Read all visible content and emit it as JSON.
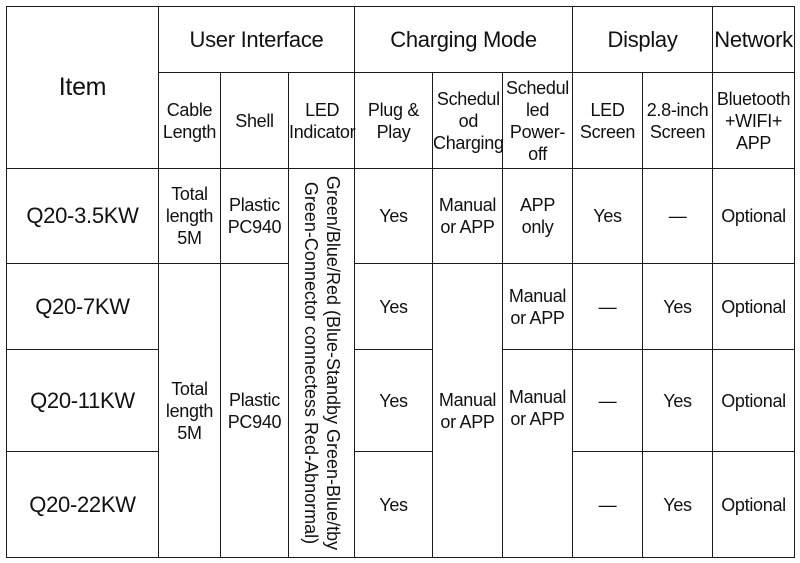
{
  "header": {
    "item": "Item",
    "groups": {
      "user_interface": "User Interface",
      "charging_mode": "Charging Mode",
      "display": "Display",
      "network": "Network"
    },
    "columns": {
      "cable_length": "Cable\nLength",
      "shell": "Shell",
      "led_indicator": "LED\nIndicator",
      "plug_play": "Plug &\nPlay",
      "scheduled_charging": "Schedul\nod\nCharging",
      "scheduled_poweroff": "Schedul\nled\nPower-\noff",
      "led_screen": "LED\nScreen",
      "inch_screen": "2.8-inch\nScreen",
      "network": "Bluetooth\n+WIFI+\nAPP"
    }
  },
  "rows": [
    {
      "model": "Q20-3.5KW",
      "plug_play": "Yes",
      "scheduled_charging": "Manual\nor APP",
      "scheduled_poweroff": "APP only",
      "led_screen": "Yes",
      "inch_screen": "—",
      "network": "Optional"
    },
    {
      "model": "Q20-7KW",
      "plug_play": "Yes",
      "scheduled_poweroff": "Manual\nor APP",
      "led_screen": "—",
      "inch_screen": "Yes",
      "network": "Optional"
    },
    {
      "model": "Q20-11KW",
      "plug_play": "Yes",
      "led_screen": "—",
      "inch_screen": "Yes",
      "network": "Optional"
    },
    {
      "model": "Q20-22KW",
      "plug_play": "Yes",
      "led_screen": "—",
      "inch_screen": "Yes",
      "network": "Optional"
    }
  ],
  "merged": {
    "cable_length_top": "Total\nlength\n5M",
    "shell_top": "Plastic\nPC940",
    "cable_length_bottom": "Total\nlength\n5M",
    "shell_bottom": "Plastic\nPC940",
    "led_indicator": "Green/Blue/Red (Blue-Standby Green-Blue/tby Green-Connector connectess Red-Abnormal)",
    "scheduled_charging_bottom": "Manual\nor APP",
    "scheduled_poweroff_bottom": "Manual\nor APP"
  }
}
